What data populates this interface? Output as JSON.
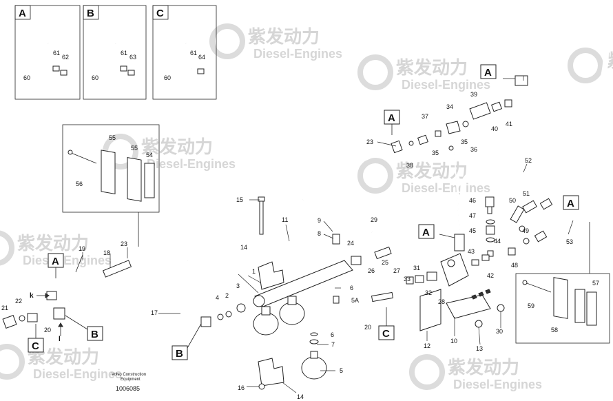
{
  "watermark": {
    "brand_cn": "紫发动力",
    "brand_en": "Diesel-Engines"
  },
  "credit": {
    "line1": "Volvo Construction",
    "line2": "Equipment",
    "doc_number": "1006085"
  },
  "detail_boxes": [
    {
      "id": "A",
      "parts": [
        "60",
        "61",
        "62"
      ]
    },
    {
      "id": "B",
      "parts": [
        "60",
        "61",
        "63"
      ]
    },
    {
      "id": "C",
      "parts": [
        "60",
        "61",
        "64"
      ]
    }
  ],
  "inset_left_parts": [
    "55",
    "55",
    "54",
    "56"
  ],
  "inset_right_parts": [
    "59",
    "57",
    "58"
  ],
  "callouts": [
    "A",
    "A",
    "A",
    "A",
    "A",
    "B",
    "B",
    "C",
    "C"
  ],
  "part_labels": [
    "1",
    "2",
    "3",
    "4",
    "5",
    "5A",
    "6",
    "6",
    "7",
    "8",
    "9",
    "10",
    "11",
    "12",
    "13",
    "14",
    "14",
    "15",
    "16",
    "17",
    "18",
    "19",
    "20",
    "20",
    "21",
    "22",
    "23",
    "23",
    "24",
    "25",
    "26",
    "27",
    "28",
    "29",
    "30",
    "31",
    "32",
    "33",
    "34",
    "35",
    "35",
    "36",
    "37",
    "38",
    "39",
    "40",
    "41",
    "42",
    "43",
    "44",
    "45",
    "46",
    "47",
    "48",
    "49",
    "50",
    "51",
    "52",
    "53",
    "k",
    "l"
  ]
}
